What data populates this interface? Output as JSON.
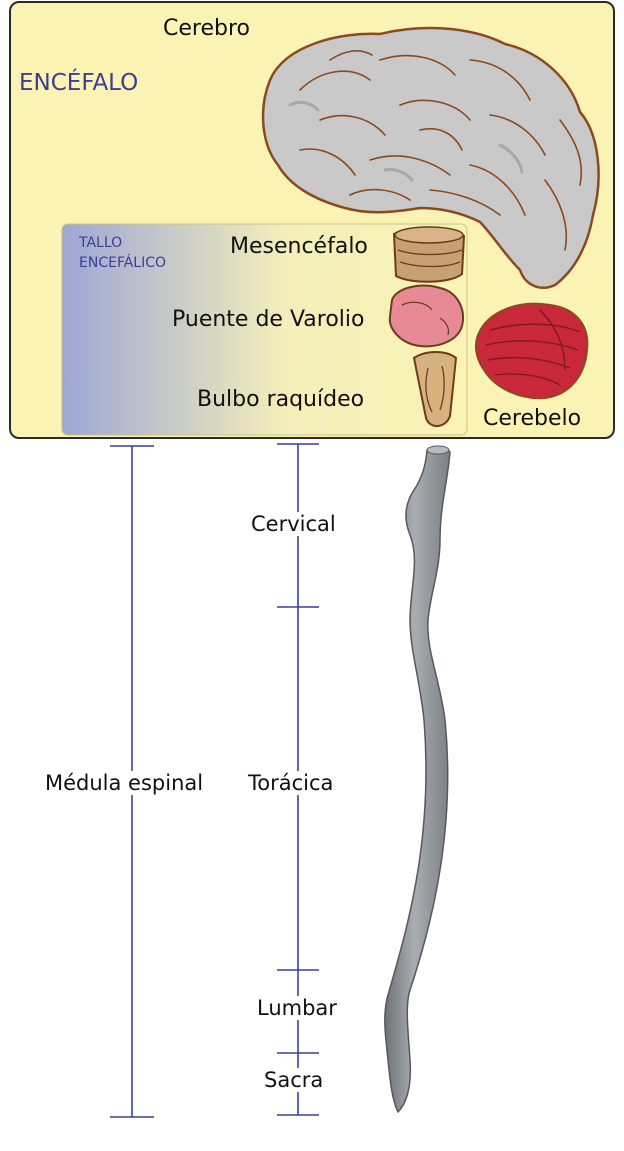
{
  "encefalo": {
    "title": "ENCÉFALO",
    "cerebro": "Cerebro",
    "cerebelo": "Cerebelo"
  },
  "tallo": {
    "title_line1": "TALLO",
    "title_line2": "ENCEFÁLICO",
    "mesencefalo": "Mesencéfalo",
    "puente": "Puente de Varolio",
    "bulbo": "Bulbo raquídeo"
  },
  "medula": {
    "label": "Médula espinal",
    "segments": {
      "cervical": "Cervical",
      "toracica": "Torácica",
      "lumbar": "Lumbar",
      "sacra": "Sacra"
    }
  },
  "colors": {
    "box_fill": "#faf3b4",
    "box_border": "#2b2b2b",
    "accent_blue": "#3a3f96",
    "cerebrum_gray": "#c9c9c9",
    "cerebellum_red": "#c8283a",
    "spinal_gray": "#8e9296",
    "outline_brown": "#8a4a1e"
  },
  "icons": [
    "cerebrum-icon",
    "cerebellum-icon",
    "midbrain-icon",
    "pons-icon",
    "medulla-icon",
    "spinal-cord-icon"
  ]
}
